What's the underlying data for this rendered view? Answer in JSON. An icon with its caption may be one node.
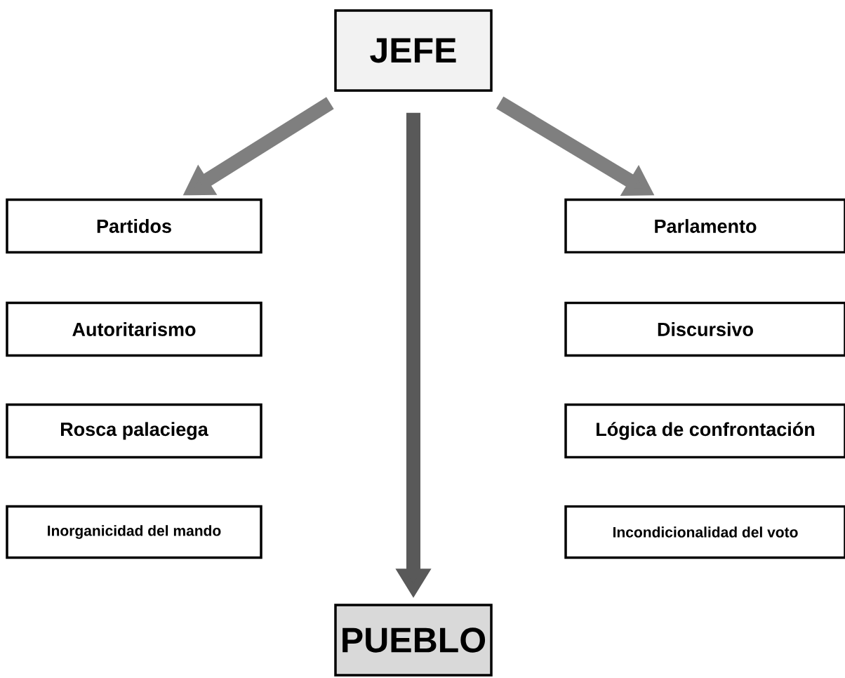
{
  "diagram": {
    "nodes": [
      {
        "text": [
          "JEFE"
        ]
      },
      {
        "text": [
          "Partidos"
        ]
      },
      {
        "text": [
          "Parlamento"
        ]
      },
      {
        "text": [
          "Autoritarismo"
        ]
      },
      {
        "text": [
          "Discursivo"
        ]
      },
      {
        "text": [
          "Rosca palaciega"
        ]
      },
      {
        "text": [
          "Lógica de confrontación"
        ]
      },
      {
        "text": [
          "Inorganicidad del mando"
        ]
      },
      {
        "text": [
          "Incondicionalidad del voto"
        ]
      },
      {
        "text": [
          "PUEBLO"
        ]
      }
    ],
    "edges": [
      {
        "from": 0,
        "to": 1,
        "arrow": "to"
      },
      {
        "from": 0,
        "to": 2,
        "arrow": "to"
      },
      {
        "from": 0,
        "to": 9,
        "arrow": "to",
        "color": "#595959"
      }
    ]
  }
}
